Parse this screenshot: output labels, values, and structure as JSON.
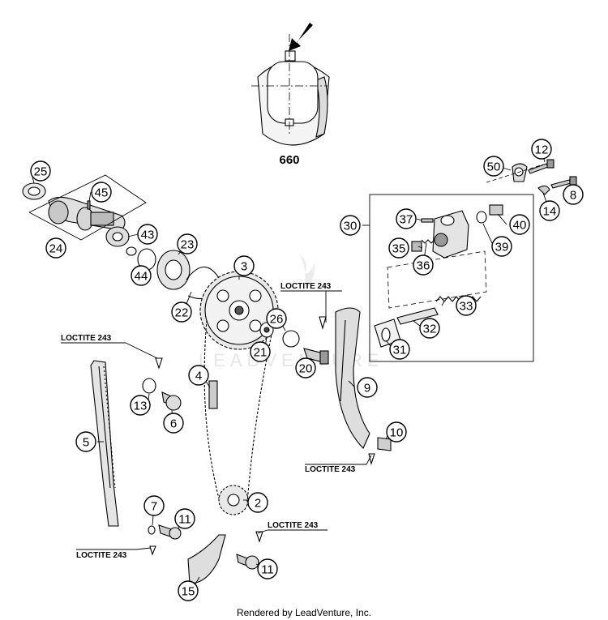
{
  "detail": {
    "label": "660"
  },
  "watermark": {
    "text": "LEADVENTURE"
  },
  "footer": {
    "text": "Rendered by LeadVenture, Inc."
  },
  "loctite": [
    "LOCTITE 243",
    "LOCTITE 243",
    "LOCTITE 243",
    "LOCTITE 243",
    "LOCTITE 243"
  ],
  "callouts": [
    "2",
    "3",
    "4",
    "5",
    "6",
    "7",
    "8",
    "9",
    "10",
    "11",
    "11",
    "12",
    "13",
    "14",
    "15",
    "20",
    "21",
    "22",
    "23",
    "24",
    "25",
    "26",
    "30",
    "31",
    "32",
    "33",
    "35",
    "36",
    "37",
    "39",
    "40",
    "43",
    "44",
    "45",
    "50"
  ]
}
